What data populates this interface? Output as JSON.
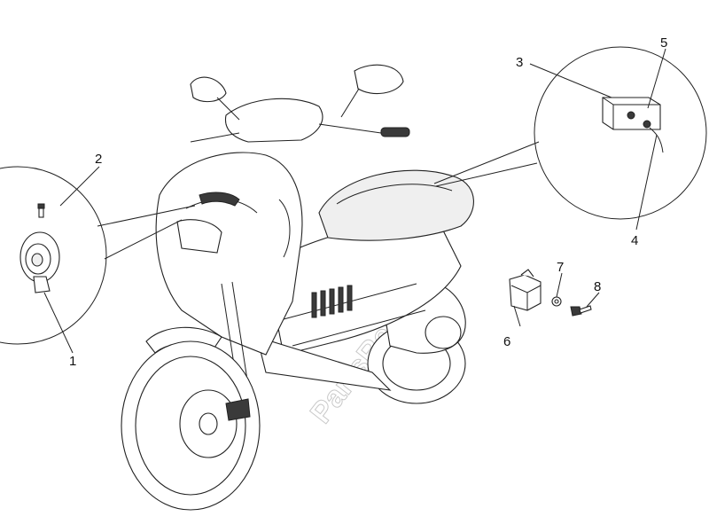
{
  "diagram": {
    "watermark": "PartsRepublik",
    "callouts": [
      {
        "id": "1",
        "label": "1"
      },
      {
        "id": "2",
        "label": "2"
      },
      {
        "id": "3",
        "label": "3"
      },
      {
        "id": "4",
        "label": "4"
      },
      {
        "id": "5",
        "label": "5"
      },
      {
        "id": "6",
        "label": "6"
      },
      {
        "id": "7",
        "label": "7"
      },
      {
        "id": "8",
        "label": "8"
      }
    ]
  }
}
